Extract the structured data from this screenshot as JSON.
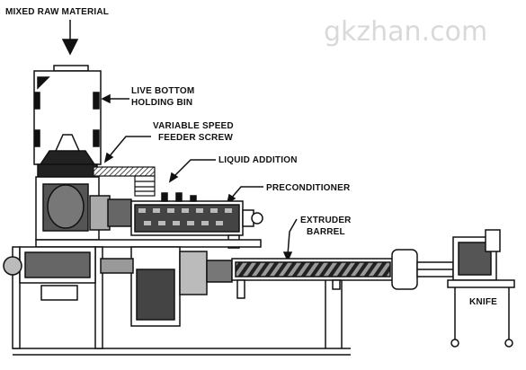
{
  "diagram": {
    "labels": {
      "raw_material": "MIXED RAW MATERIAL",
      "holding_bin_line1": "LIVE BOTTOM",
      "holding_bin_line2": "HOLDING BIN",
      "feeder_line1": "VARIABLE SPEED",
      "feeder_line2": "FEEDER SCREW",
      "liquid": "LIQUID ADDITION",
      "preconditioner": "PRECONDITIONER",
      "barrel_line1": "EXTRUDER",
      "barrel_line2": "BARREL",
      "knife": "KNIFE"
    },
    "watermark": "gkzhan.com",
    "colors": {
      "ink": "#111111",
      "fill_dark": "#3a3a3a",
      "fill_mid": "#8a8a8a",
      "fill_light": "#d0d0d0",
      "watermark": "#d9d9d9"
    }
  }
}
